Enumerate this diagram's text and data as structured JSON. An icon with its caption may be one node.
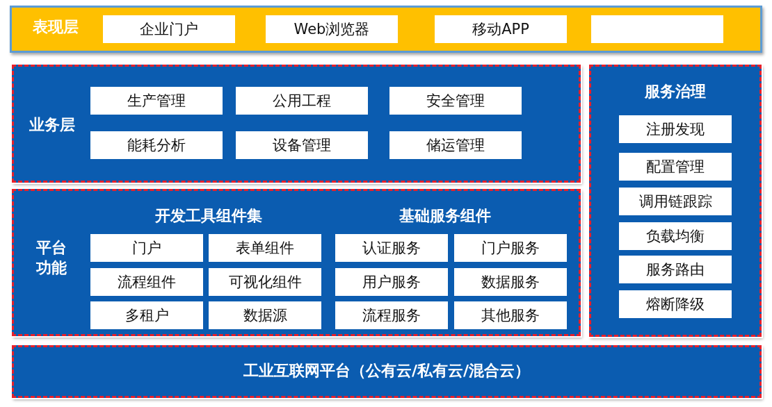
{
  "diagram": {
    "nodes": [
      {
        "text": [
          "表现层"
        ]
      },
      {
        "text": [
          "企业门户"
        ],
        "in": 0
      },
      {
        "text": [
          "Web浏览器"
        ],
        "in": 0
      },
      {
        "text": [
          "移动APP"
        ],
        "in": 0
      },
      {
        "text": [],
        "shape": "box",
        "in": 0
      },
      {
        "text": [
          "业务层"
        ]
      },
      {
        "text": [
          "生产管理"
        ],
        "in": 5
      },
      {
        "text": [
          "公用工程"
        ],
        "in": 5
      },
      {
        "text": [
          "安全管理"
        ],
        "in": 5
      },
      {
        "text": [
          "能耗分析"
        ],
        "in": 5
      },
      {
        "text": [
          "设备管理"
        ],
        "in": 5
      },
      {
        "text": [
          "储运管理"
        ],
        "in": 5
      },
      {
        "text": [
          "平台功能",
          "开发工具组件集",
          "基础服务组件"
        ]
      },
      {
        "text": [
          "门户"
        ],
        "in": 12
      },
      {
        "text": [
          "表单组件"
        ],
        "in": 12
      },
      {
        "text": [
          "认证服务"
        ],
        "in": 12
      },
      {
        "text": [
          "门户服务"
        ],
        "in": 12
      },
      {
        "text": [
          "流程组件"
        ],
        "in": 12
      },
      {
        "text": [
          "可视化组件"
        ],
        "in": 12
      },
      {
        "text": [
          "用户服务"
        ],
        "in": 12
      },
      {
        "text": [
          "数据服务"
        ],
        "in": 12
      },
      {
        "text": [
          "多租户"
        ],
        "in": 12
      },
      {
        "text": [
          "数据源"
        ],
        "in": 12
      },
      {
        "text": [
          "流程服务"
        ],
        "in": 12
      },
      {
        "text": [
          "其他服务"
        ],
        "in": 12
      },
      {
        "text": [
          "服务治理"
        ]
      },
      {
        "text": [
          "注册发现"
        ],
        "in": 25
      },
      {
        "text": [
          "配置管理"
        ],
        "in": 25
      },
      {
        "text": [
          "调用链跟踪"
        ],
        "in": 25
      },
      {
        "text": [
          "负载均衡"
        ],
        "in": 25
      },
      {
        "text": [
          "服务路由"
        ],
        "in": 25
      },
      {
        "text": [
          "熔断降级"
        ],
        "in": 25
      },
      {
        "text": [
          "工业互联网平台（公有云/私有云/混合云）"
        ]
      }
    ]
  }
}
